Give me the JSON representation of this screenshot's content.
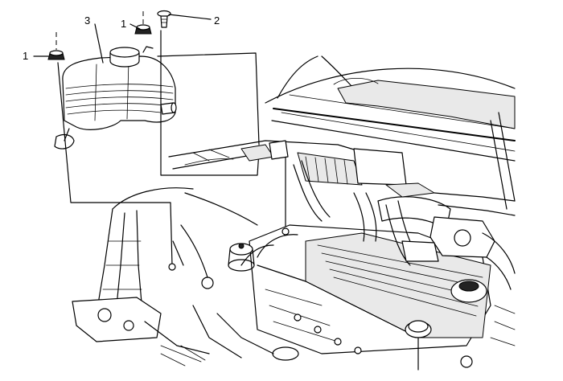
{
  "callouts": {
    "c1_left": "1",
    "c1_top": "1",
    "c2": "2",
    "c3": "3"
  }
}
